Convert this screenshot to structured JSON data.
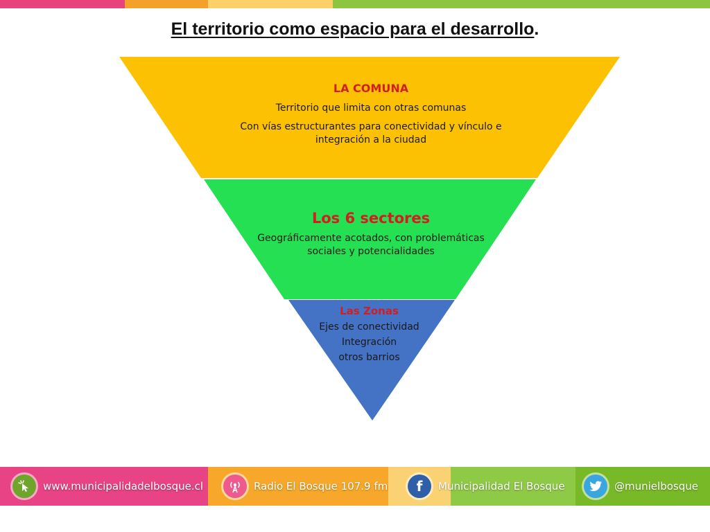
{
  "colors": {
    "level1": "#fdc103",
    "level2": "#24e052",
    "level3": "#4472c4",
    "accent_red": "#d11f1f",
    "stripe": [
      "#e8427d",
      "#f3a12b",
      "#fdd168",
      "#8cc63f"
    ],
    "footer": [
      "#e84384",
      "#f7a82a",
      "#fbd273",
      "#8fca47",
      "#78b928"
    ]
  },
  "title": {
    "main": "El territorio como espacio para el desarrollo",
    "suffix": "."
  },
  "levels": [
    {
      "title": "LA COMUNA",
      "lines": [
        "Territorio que limita con otras comunas",
        "Con vías estructurantes para conectividad y vínculo e integración a la ciudad"
      ]
    },
    {
      "title": "Los 6 sectores",
      "lines": [
        "Geográficamente acotados, con problemáticas sociales y potencialidades"
      ]
    },
    {
      "title": "Las Zonas",
      "lines": [
        "Ejes de conectividad",
        "Integración",
        "otros barrios"
      ]
    }
  ],
  "footer": {
    "website": {
      "label": "www.municipalidadelbosque.cl",
      "icon": "cursor-click-icon"
    },
    "radio": {
      "label": "Radio El Bosque 107.9 fm",
      "icon": "radio-broadcast-icon"
    },
    "facebook": {
      "label": "Municipalidad El Bosque",
      "icon": "facebook-icon",
      "glyph": "f"
    },
    "twitter": {
      "label": "@munielbosque",
      "icon": "twitter-bird-icon"
    }
  }
}
